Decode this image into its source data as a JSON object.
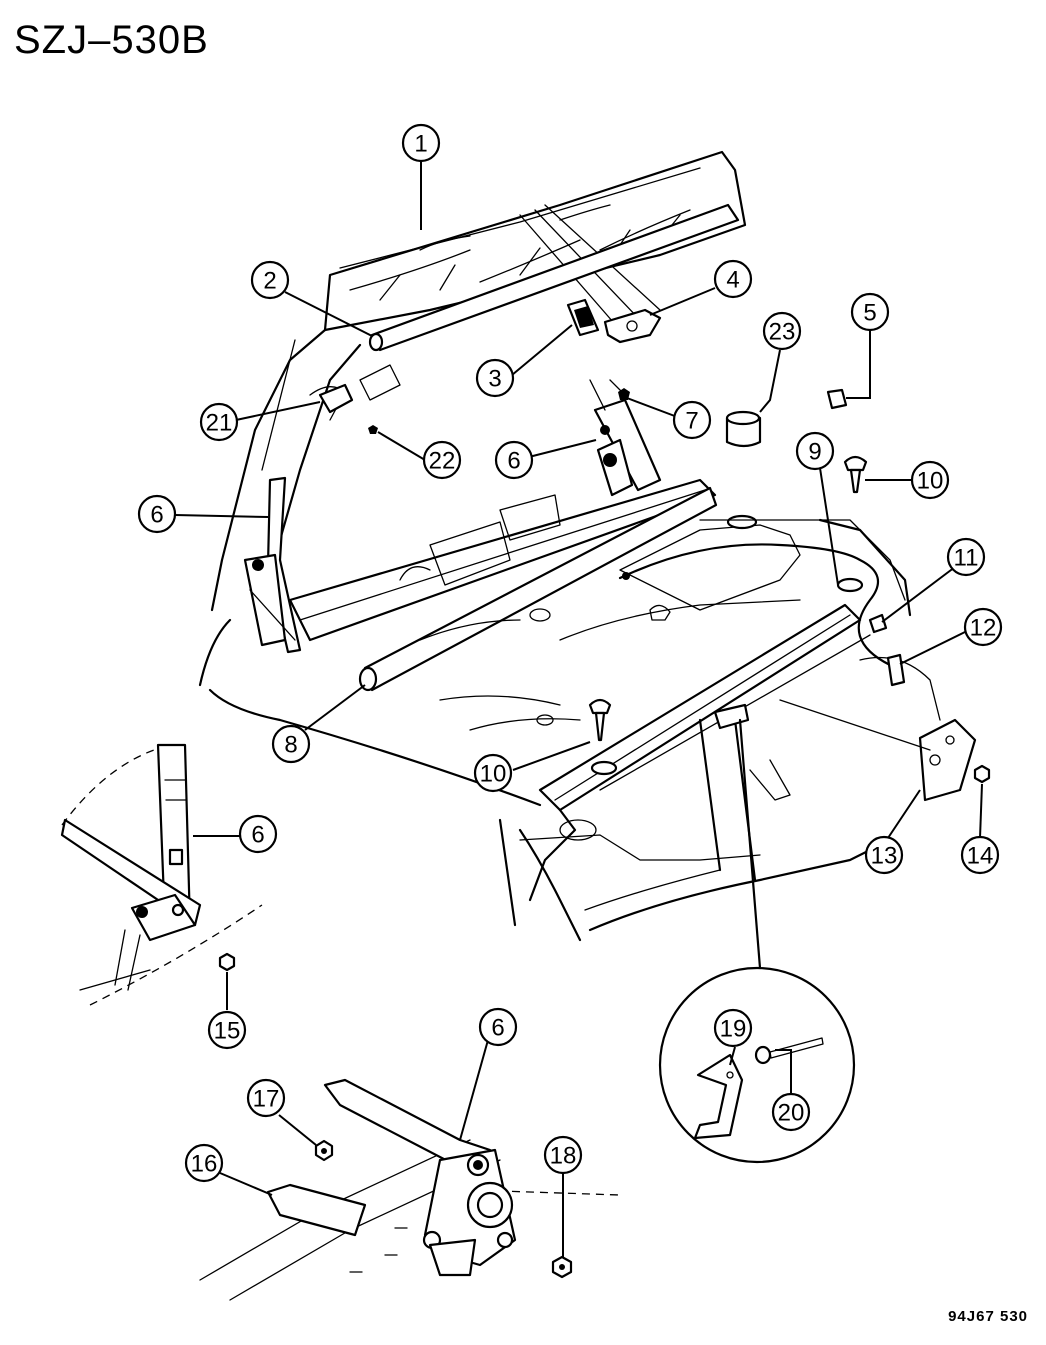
{
  "title": "SZJ–530B",
  "footer_code": "94J67 530",
  "callouts": {
    "c1": "1",
    "c2": "2",
    "c3": "3",
    "c4": "4",
    "c5": "5",
    "c6a": "6",
    "c6b": "6",
    "c6c": "6",
    "c6d": "6",
    "c7": "7",
    "c8": "8",
    "c9": "9",
    "c10a": "10",
    "c10b": "10",
    "c11": "11",
    "c12": "12",
    "c13": "13",
    "c14": "14",
    "c15": "15",
    "c16": "16",
    "c17": "17",
    "c18": "18",
    "c19": "19",
    "c20": "20",
    "c21": "21",
    "c22": "22",
    "c23": "23"
  }
}
